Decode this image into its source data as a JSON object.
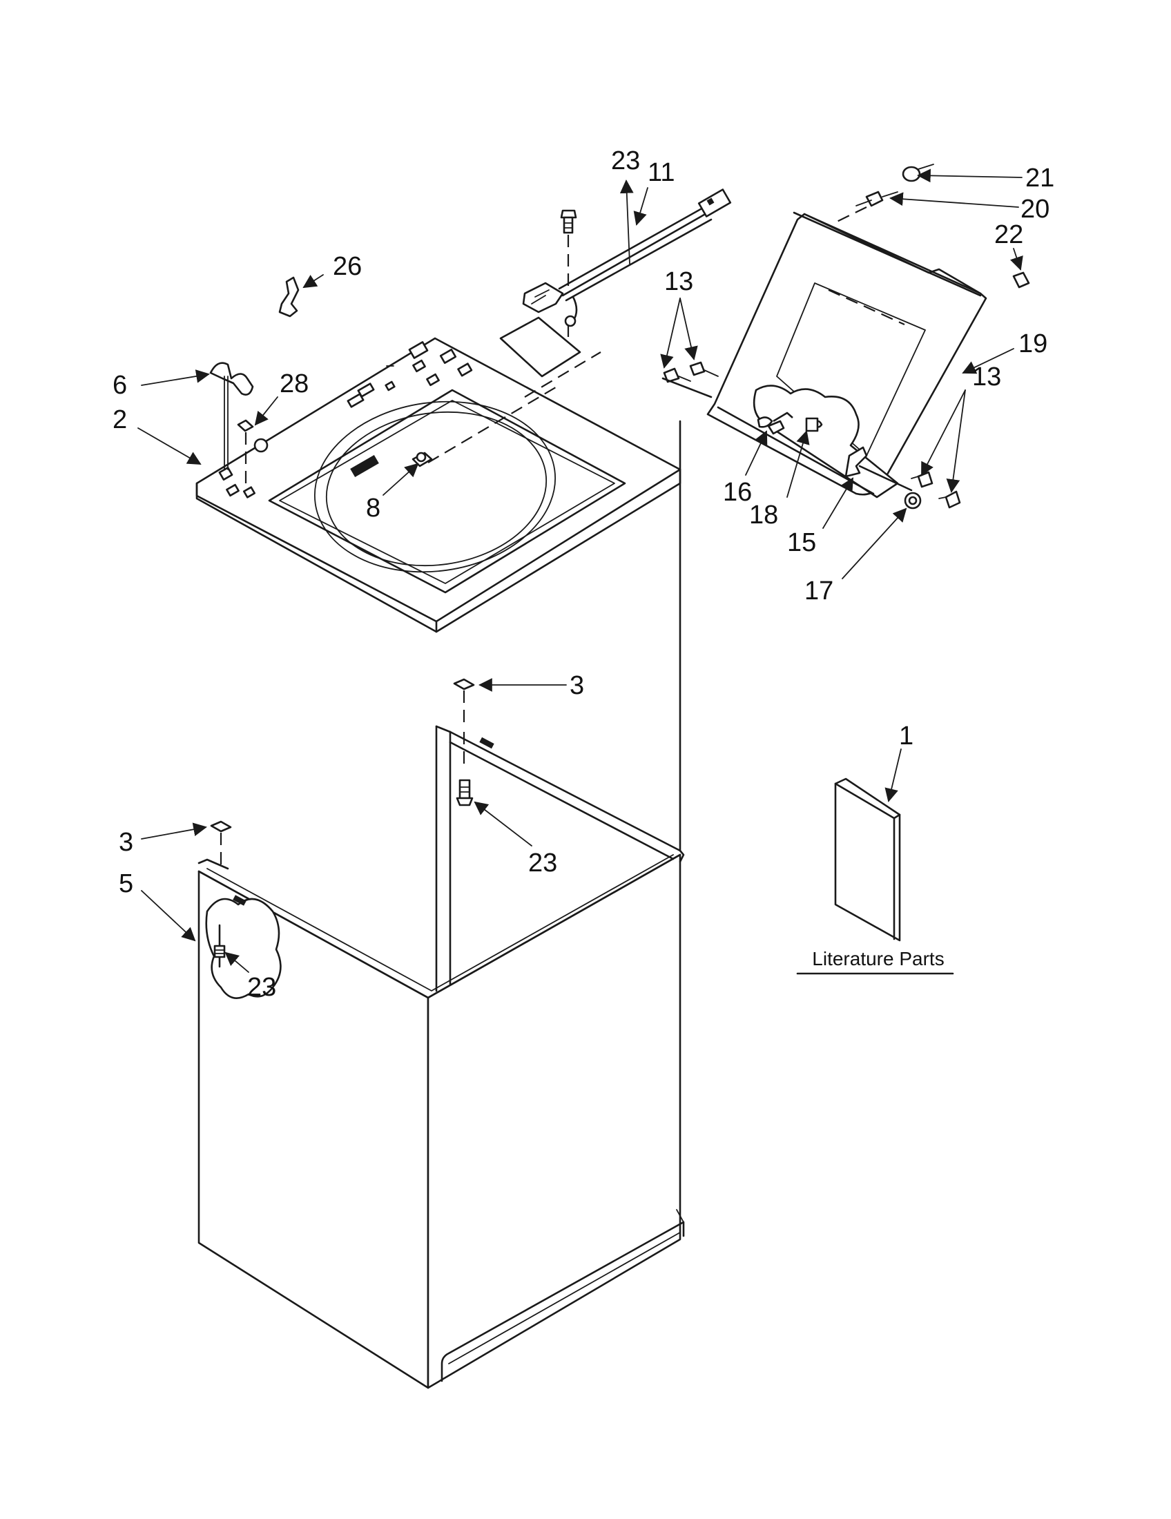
{
  "diagram": {
    "callouts": {
      "c1": "1",
      "c2": "2",
      "c3a": "3",
      "c3b": "3",
      "c5": "5",
      "c6": "6",
      "c8": "8",
      "c11": "11",
      "c13a": "13",
      "c13b": "13",
      "c15": "15",
      "c16": "16",
      "c17": "17",
      "c18": "18",
      "c19": "19",
      "c20": "20",
      "c21": "21",
      "c22": "22",
      "c23a": "23",
      "c23b": "23",
      "c23c": "23",
      "c26": "26",
      "c28": "28"
    },
    "literature_label": "Literature Parts",
    "line_color": "#1a1a1a",
    "background_color": "#ffffff"
  }
}
